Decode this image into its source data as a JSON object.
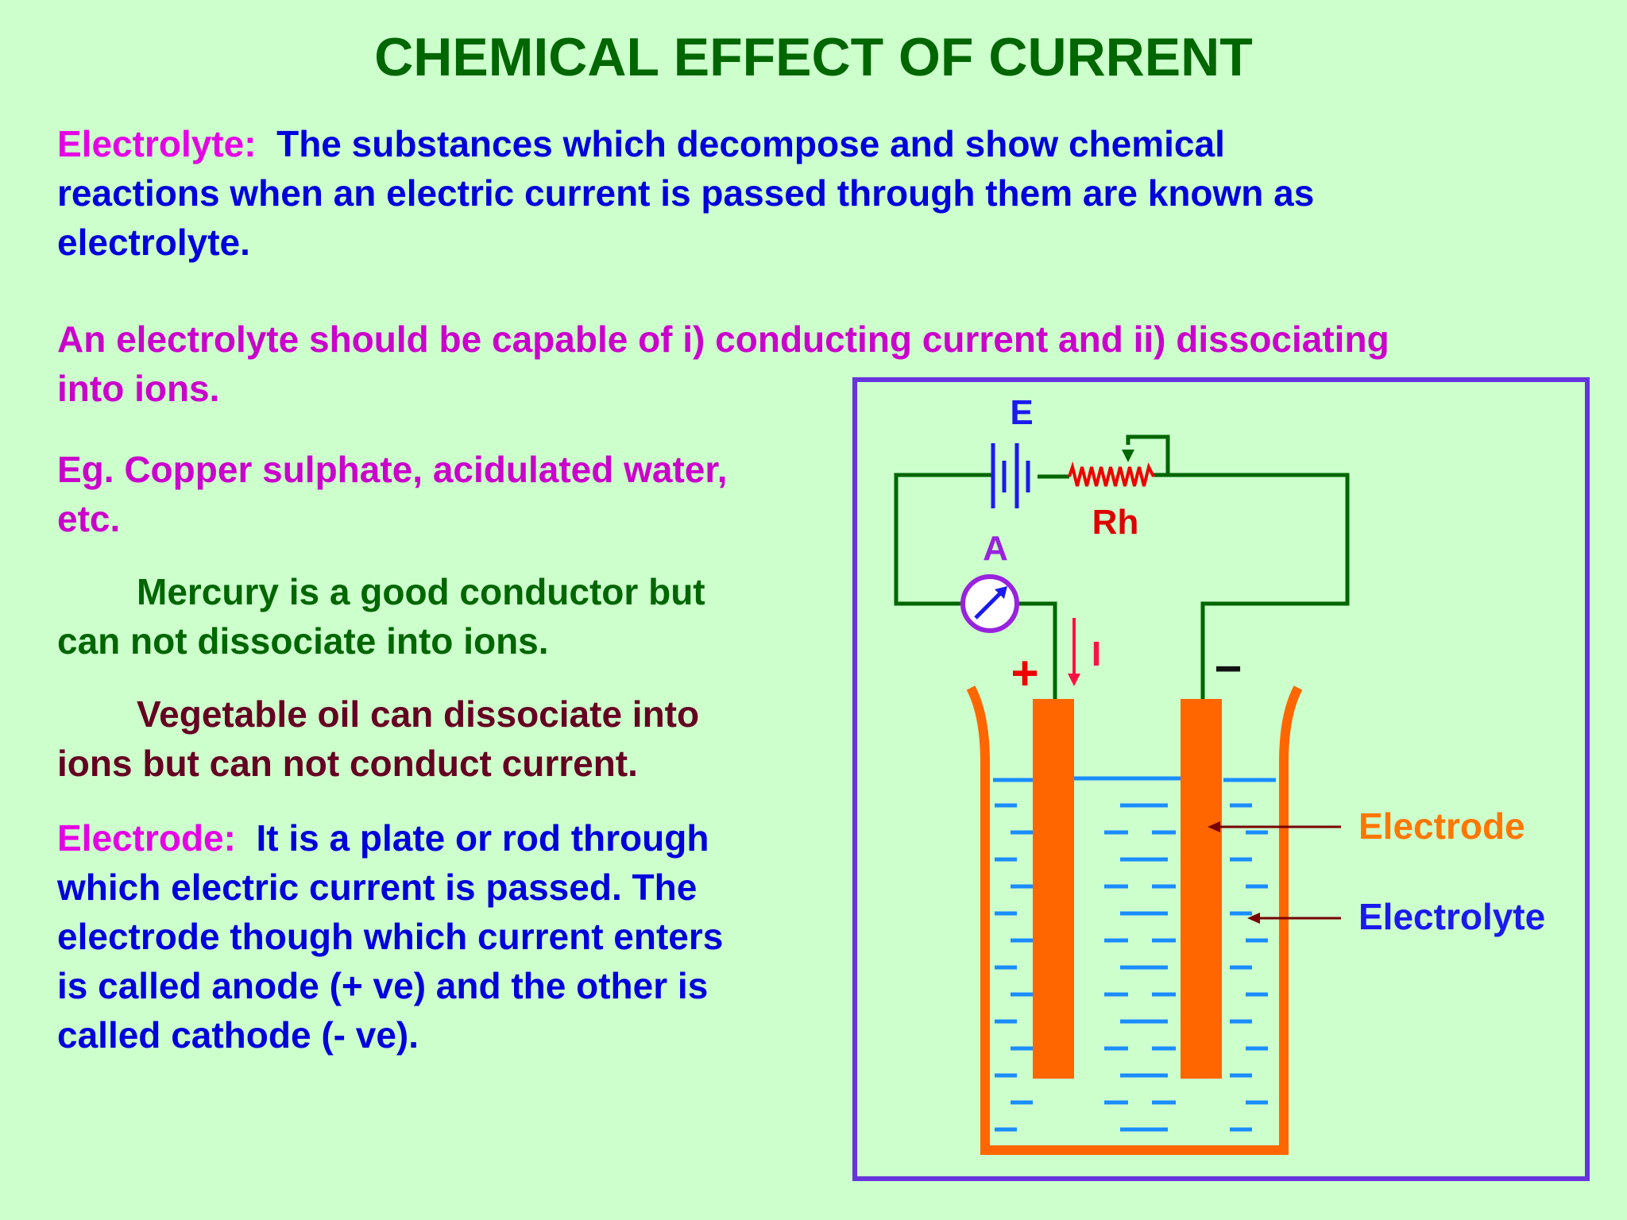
{
  "title": "CHEMICAL EFFECT OF CURRENT",
  "electrolyte_def": {
    "label": "Electrolyte:",
    "line1": "The substances which decompose and show chemical",
    "line2": "reactions when an electric current is passed through them are known as",
    "line3": "electrolyte."
  },
  "capability": {
    "line1": "An electrolyte should be capable of i) conducting current and ii) dissociating",
    "line2": "into ions."
  },
  "examples": {
    "line1": "Eg. Copper sulphate, acidulated water,",
    "line2": "etc."
  },
  "mercury": {
    "line1": "Mercury is a good conductor but",
    "line2": "can not dissociate into ions."
  },
  "vegetable_oil": {
    "line1": "Vegetable oil can dissociate into",
    "line2": "ions but can not conduct current."
  },
  "electrode_def": {
    "label": "Electrode:",
    "line1": "It is a plate or rod through",
    "line2": "which electric current is passed.  The",
    "line3": "electrode though which current enters",
    "line4": "is called anode (+ ve) and the other is",
    "line5": "called cathode (- ve)."
  },
  "diagram": {
    "battery_label": "E",
    "rheostat_label": "Rh",
    "ammeter_label": "A",
    "current_label": "I",
    "anode_sign": "+",
    "cathode_sign": "−",
    "electrode_label": "Electrode",
    "electrolyte_label": "Electrolyte"
  },
  "colors": {
    "background": "#ccffcc",
    "title": "#006600",
    "frame": "#6633dd",
    "wire": "#006600",
    "electrode": "#ff6600",
    "liquid_dash": "#1a8cff",
    "rheostat": "#ee0000",
    "arrow": "#770000"
  }
}
